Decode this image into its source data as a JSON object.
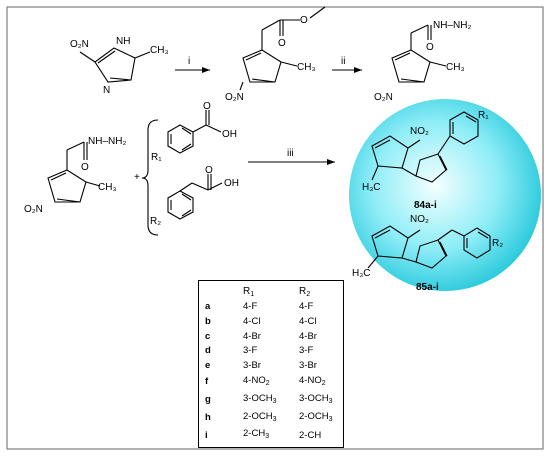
{
  "reagents": {
    "step_i": "i",
    "step_ii": "ii",
    "step_iii": "iii"
  },
  "labels": {
    "o2n": "O₂N",
    "nh": "NH",
    "ch3": "CH₃",
    "nh_nh2": "NH–NH₂",
    "oh": "OH",
    "r1": "R₁",
    "r2": "R₂",
    "no2": "NO₂",
    "h3c": "H₃C",
    "plus": "+",
    "product1": "84a-i",
    "product2": "85a-i"
  },
  "legend": {
    "header_r1": "R1",
    "header_r2": "R2",
    "rows": [
      {
        "key": "a",
        "r1": "4-F",
        "r2": "4-F"
      },
      {
        "key": "b",
        "r1": "4-Cl",
        "r2": "4-Cl"
      },
      {
        "key": "c",
        "r1": "4-Br",
        "r2": "4-Br"
      },
      {
        "key": "d",
        "r1": "3-F",
        "r2": "3-F"
      },
      {
        "key": "e",
        "r1": "3-Br",
        "r2": "3-Br"
      },
      {
        "key": "f",
        "r1": "4-NO2",
        "r2": "4-NO2"
      },
      {
        "key": "g",
        "r1": "3-OCH3",
        "r2": "3-OCH3"
      },
      {
        "key": "h",
        "r1": "2-OCH3",
        "r2": "2-OCH3"
      },
      {
        "key": "i",
        "r1": "2-CH3",
        "r2": "2-CH"
      }
    ]
  },
  "colors": {
    "frame": "#7f7f7f",
    "sphere_center": "#f4ffff",
    "sphere_mid": "#7fe9f5",
    "sphere_edge": "#1fc6d9"
  }
}
